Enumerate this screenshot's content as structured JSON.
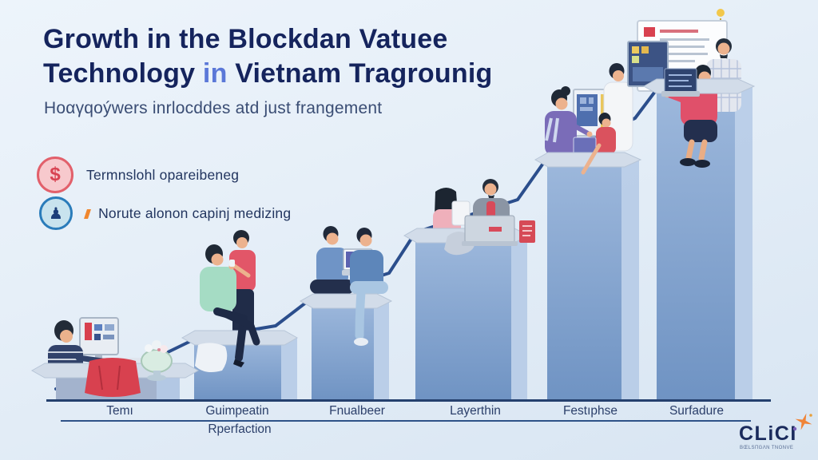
{
  "header": {
    "title_line1": "Growth in the Blockdan Vatuee",
    "title_line2_a": "Technology",
    "title_line2_b": "in",
    "title_line2_c": "Vietnam Tragrounig",
    "subtitle": "Hoαγqoýwers inrlocddes atd just frangement"
  },
  "bullets": [
    {
      "icon": "$",
      "icon_name": "dollar-coin-icon",
      "label": "Termnslohl opareibeneg"
    },
    {
      "icon": "♟",
      "icon_name": "pawn-badge-icon",
      "label": "Norute alonon capinj medizing"
    }
  ],
  "chart_data": {
    "type": "bar",
    "title": "Growth in the Blockdan Vatuee Technology in Vietnam Tragrounig",
    "categories": [
      "Temı",
      "Guimpeatin",
      "Fnualbeer",
      "Layerthin",
      "Festıphse",
      "Surfadure"
    ],
    "values": [
      10,
      20,
      31,
      53,
      77,
      100
    ],
    "value_note": "relative bar heights; no numeric value axis shown",
    "x_sub_label": "Rperfaction",
    "xlabel": "",
    "ylabel": "",
    "grid": false,
    "legend": false,
    "bar_color": "#7d9ecb",
    "trend_line": true
  },
  "logo": {
    "text": "CLiCI",
    "subtext": "BŒLSΠGΛN TNONVE"
  },
  "colors": {
    "background_top": "#edf4fb",
    "background_bottom": "#d8e5f2",
    "title": "#15245d",
    "title_accent": "#5b78d8",
    "subtitle": "#3a4d74",
    "bar_face_top": "#9db8dc",
    "bar_face_bottom": "#6f93c3",
    "bar_side": "#b6cbe7",
    "platform": "#d2dce9",
    "trend_line": "#2b4e8c",
    "axis_line": "#24406e",
    "bullet1_ring": "#e2606b",
    "bullet2_ring": "#2a7cba",
    "logo_spark": "#f08438"
  }
}
